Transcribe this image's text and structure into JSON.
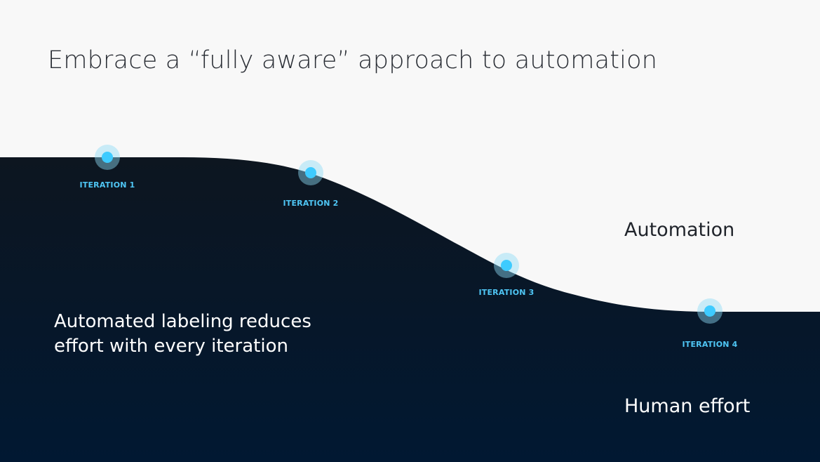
{
  "title": "Embrace a “fully aware” approach to automation",
  "regions": {
    "automation": "Automation",
    "human_effort": "Human effort"
  },
  "caption": {
    "line1": "Automated labeling reduces",
    "line2": "effort with every iteration"
  },
  "iterations": [
    {
      "label": "ITERATION 1"
    },
    {
      "label": "ITERATION 2"
    },
    {
      "label": "ITERATION 3"
    },
    {
      "label": "ITERATION 4"
    }
  ],
  "colors": {
    "background_top": "#f8f8f8",
    "area_top": "#0c1522",
    "area_bottom": "#001630",
    "marker_inner": "#3ecbff",
    "marker_outer": "#8fdcf7",
    "label": "#4fc6f5"
  }
}
